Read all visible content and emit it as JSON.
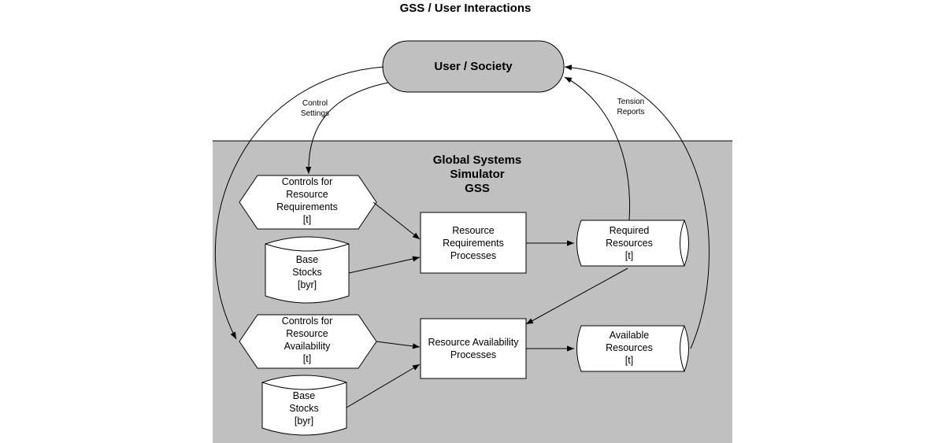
{
  "title": "GSS / User Interactions",
  "user_node": {
    "label": "User / Society"
  },
  "simulator": {
    "lines": [
      "Global Systems",
      "Simulator",
      "GSS"
    ]
  },
  "edge_labels": {
    "control_settings": [
      "Control",
      "Settings"
    ],
    "tension_reports": [
      "Tension",
      "Reports"
    ]
  },
  "nodes": {
    "controls_requirements": {
      "lines": [
        "Controls for",
        "Resource",
        "Requirements",
        "[t]"
      ]
    },
    "base_stocks_1": {
      "lines": [
        "Base",
        "Stocks",
        "[byr]"
      ]
    },
    "requirements_processes": {
      "lines": [
        "Resource",
        "Requirements",
        "Processes"
      ]
    },
    "required_resources": {
      "lines": [
        "Required",
        "Resources",
        "[t]"
      ]
    },
    "controls_availability": {
      "lines": [
        "Controls for",
        "Resource",
        "Availability",
        "[t]"
      ]
    },
    "base_stocks_2": {
      "lines": [
        "Base",
        "Stocks",
        "[byr]"
      ]
    },
    "availability_processes": {
      "lines": [
        "Resource Availability",
        "Processes"
      ]
    },
    "available_resources": {
      "lines": [
        "Available",
        "Resources",
        "[t]"
      ]
    }
  },
  "colors": {
    "panel": "#c0c0c0",
    "user_fill": "#c0c0c0",
    "node_fill": "#ffffff",
    "stroke": "#000000"
  }
}
